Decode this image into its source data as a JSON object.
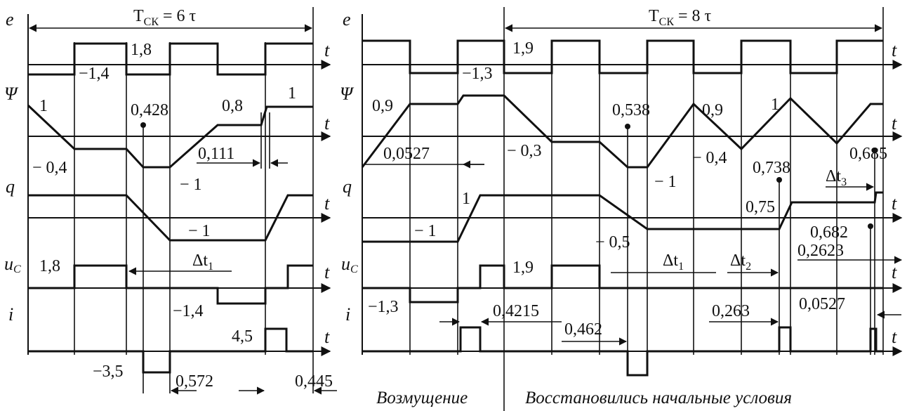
{
  "axis_names": {
    "e": "e",
    "psi": "Ψ",
    "q": "q",
    "uc": "u",
    "uc_sub": "C",
    "i": "i",
    "t": "t"
  },
  "left": {
    "period_main": "T",
    "period_sub": "СК",
    "period_eq": "= 6 τ",
    "labels": {
      "e_pos": "1,8",
      "e_neg": "−1,4",
      "psi_start": "1",
      "psi_neg": "− 0,4",
      "psi_min": "− 1",
      "psi_mid": "0,428",
      "psi_08": "0,8",
      "psi_end": "1",
      "dt_psi": "0,111",
      "q_neg": "− 1",
      "uc_pos": "1,8",
      "uc_neg": "−1,4",
      "dt1": "Δt",
      "dt1_sub": "1",
      "i_pos": "4,5",
      "i_neg": "−3,5",
      "dt_i1": "0,572",
      "dt_i2": "0,445"
    }
  },
  "right": {
    "period_main": "T",
    "period_sub": "СК",
    "period_eq": "= 8 τ",
    "labels": {
      "e_pos": "1,9",
      "e_neg": "−1,3",
      "psi_09a": "0,9",
      "dt_psi": "0,0527",
      "psi_neg03": "− 0,3",
      "psi_0538": "0,538",
      "psi_min": "− 1",
      "psi_09b": "0,9",
      "psi_neg04": "− 0,4",
      "psi_1": "1",
      "psi_0738": "0,738",
      "dt3": "Δt",
      "dt3_sub": "3",
      "psi_0685": "0,685",
      "q_neg": "− 1",
      "q_pos": "1",
      "q_neg05": "− 0,5",
      "q_075": "0,75",
      "q_0682": "0,682",
      "q_02623": "0,2623",
      "uc_pos": "1,9",
      "uc_neg": "−1,3",
      "dt1": "Δt",
      "dt1_sub": "1",
      "dt2": "Δt",
      "dt2_sub": "2",
      "i_04215": "0,4215",
      "i_0462": "0,462",
      "i_0263": "0,263",
      "i_00527": "0,0527"
    }
  },
  "captions": {
    "disturbance": "Возмущение",
    "restored": "Восстановились начальные условия"
  }
}
